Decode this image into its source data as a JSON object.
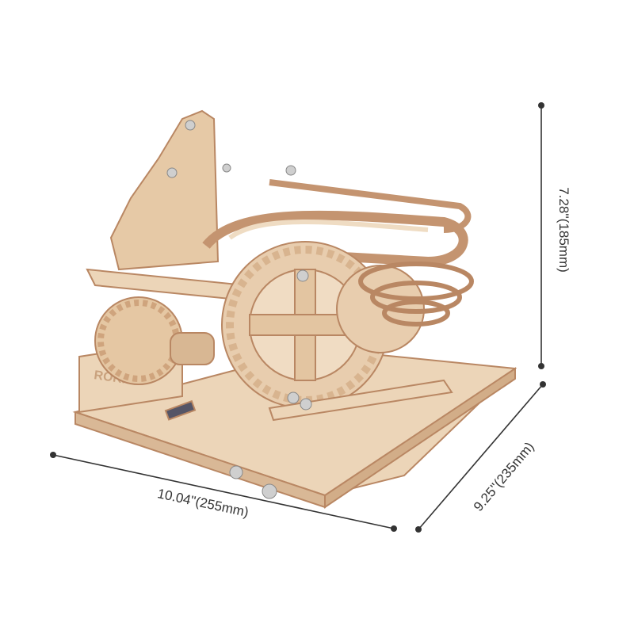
{
  "product": {
    "logo_text": "ROKR",
    "wood_color": "#e9cfb0",
    "wood_edge_color": "#b98763",
    "marble_color": "#c9c9c9"
  },
  "dimensions": {
    "height_label": "7.28''(185mm)",
    "width_label": "10.04''(255mm)",
    "depth_label": "9.25''(235mm)",
    "line_color": "#333333"
  }
}
